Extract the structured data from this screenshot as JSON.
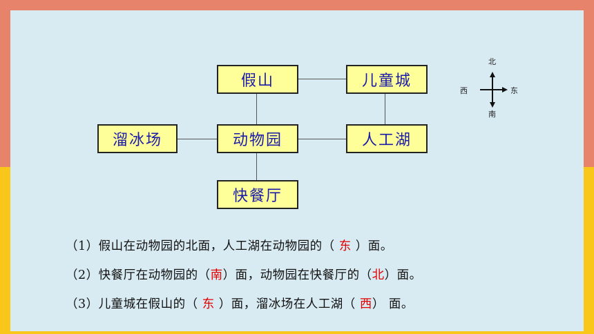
{
  "diagram": {
    "nodes": {
      "jiashan": "假山",
      "ertongcheng": "儿童城",
      "liubingchang": "溜冰场",
      "dongwuyuan": "动物园",
      "rengonghu": "人工湖",
      "kuaicanting": "快餐厅"
    },
    "compass": {
      "north": "北",
      "south": "南",
      "east": "东",
      "west": "西"
    }
  },
  "questions": [
    {
      "before": "（1）假山在动物园的北面，人工湖在动物园的（ ",
      "answer": "东",
      "after": " ）面。"
    },
    {
      "before": "（2）快餐厅在动物园的（",
      "answer": "南",
      "after": "）面，动物园在快餐厅的（",
      "answer2": "北",
      "after2": "）面。"
    },
    {
      "before": "（3）儿童城在假山的（ ",
      "answer": "东",
      "after": " ）面，溜冰场在人工湖（ ",
      "answer2": "西",
      "after2": "） 面。"
    }
  ],
  "colors": {
    "answer": "#e00000",
    "box_fill": "#ffff99",
    "box_text": "#1a1aa8",
    "frame_top": "#e8836b",
    "frame_bottom": "#f8c71a",
    "panel": "#d9ebf2"
  }
}
